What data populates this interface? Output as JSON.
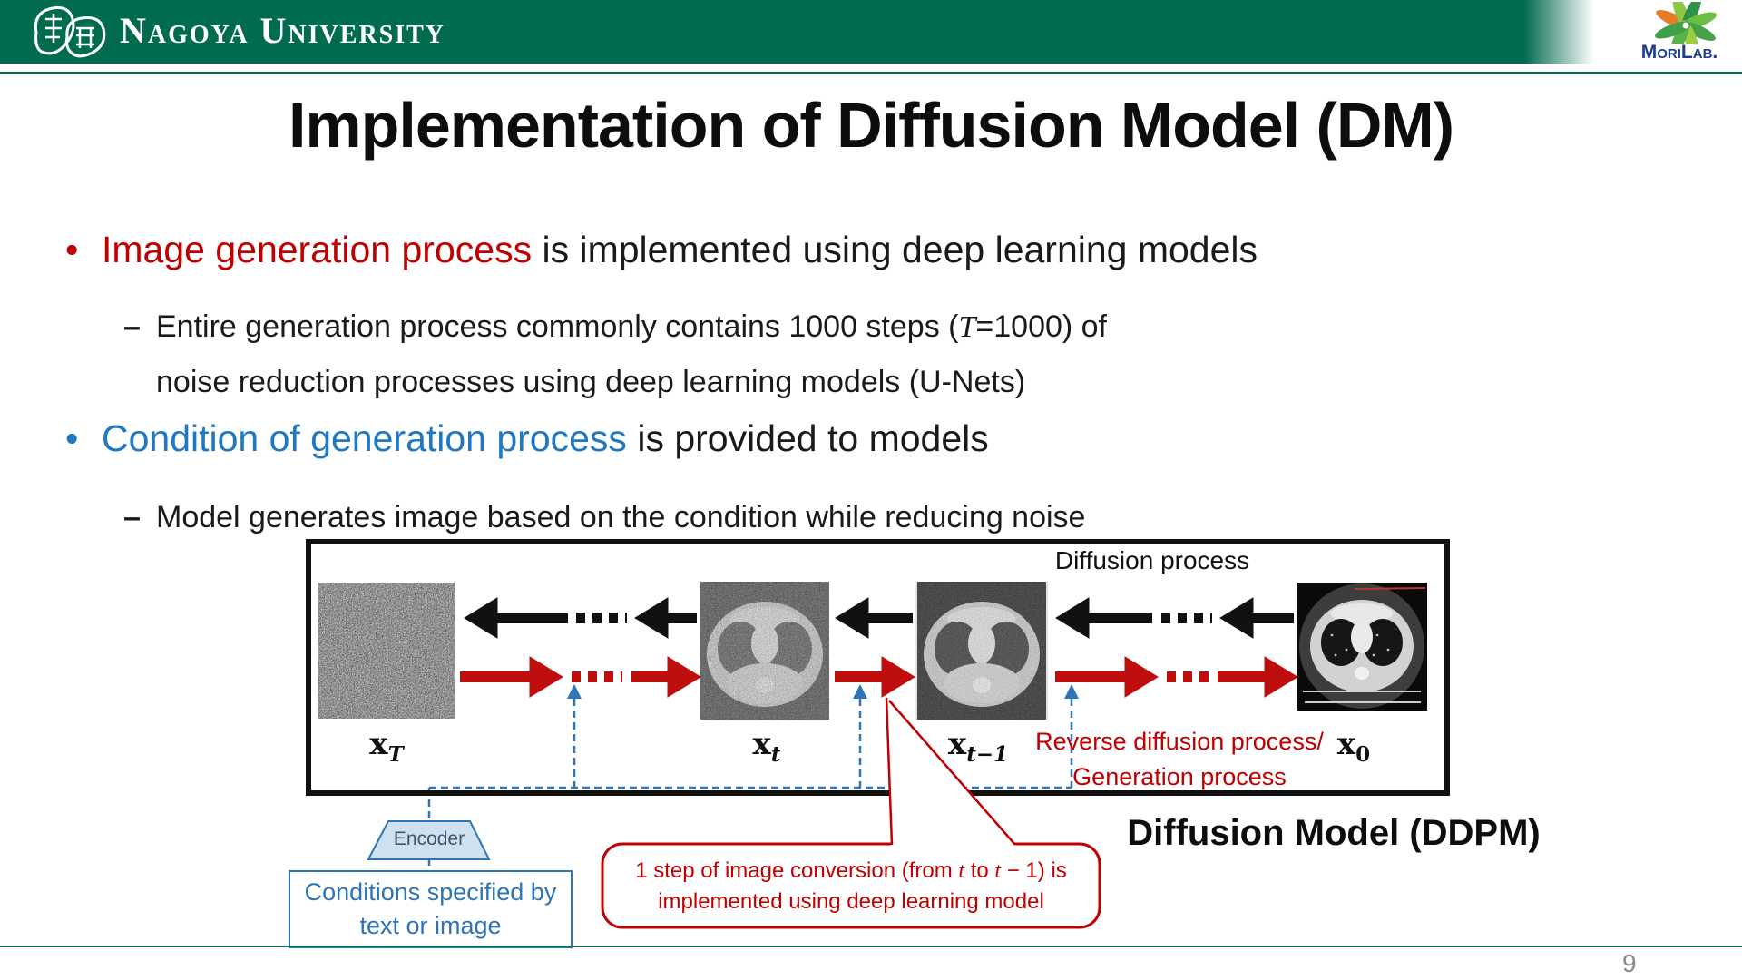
{
  "header": {
    "university_name": "Nagoya University",
    "lab_name": "MoriLab."
  },
  "title": "Implementation of Diffusion Model (DM)",
  "bullets": {
    "b1_marker": "•",
    "b1_highlight": "Image generation process",
    "b1_rest": " is implemented using deep learning models",
    "s1_marker": "–",
    "s1_pre": "Entire generation process commonly contains 1000 steps (",
    "s1_var": "T",
    "s1_post": "=1000) of",
    "s1_line2": "noise reduction processes using deep learning models (U-Nets)",
    "b2_marker": "•",
    "b2_highlight": "Condition of generation process",
    "b2_rest": " is provided to models",
    "s2_marker": "–",
    "s2_text": "Model generates image based on the condition while reducing noise"
  },
  "diagram": {
    "diffusion_process_label": "Diffusion process",
    "reverse_line1": "Reverse diffusion process/",
    "reverse_line2": "Generation process",
    "ddpm_label": "Diffusion Model (DDPM)",
    "encoder_label": "Encoder",
    "conditions_line1": "Conditions specified by",
    "conditions_line2": "text or image",
    "callout_pre": "1 step of image conversion (from ",
    "callout_t1": "t",
    "callout_mid": " to ",
    "callout_t2": "t",
    "callout_post": " − 1) is",
    "callout_line2": "implemented using deep learning model",
    "labels": {
      "xT_base": "x",
      "xT_sub": "T",
      "xt_base": "x",
      "xt_sub": "t",
      "xt1_base": "x",
      "xt1_sub": "t−1",
      "x0_base": "x",
      "x0_sub": "0"
    }
  },
  "page_number": "9",
  "colors": {
    "header_green": "#016B4F",
    "accent_red": "#C00000",
    "accent_blue": "#1F78C1",
    "box_blue": "#2E75B6"
  }
}
